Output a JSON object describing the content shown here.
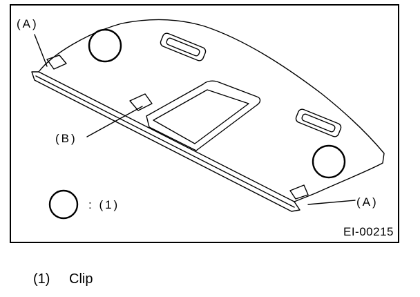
{
  "figure": {
    "id": "EI-00215",
    "callouts": {
      "a_top_left": "(A)",
      "a_bottom_right": "(A)",
      "b": "(B)"
    },
    "legend": {
      "symbol": "clip-circle-icon",
      "text": ": (1)"
    }
  },
  "caption": {
    "number": "(1)",
    "text": "Clip"
  }
}
